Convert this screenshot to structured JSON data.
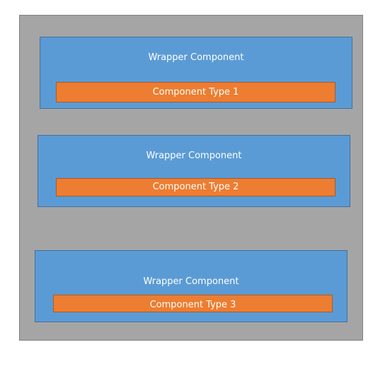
{
  "wrappers": [
    {
      "label": "Wrapper Component",
      "component_label": "Component Type 1"
    },
    {
      "label": "Wrapper Component",
      "component_label": "Component Type 2"
    },
    {
      "label": "Wrapper Component",
      "component_label": "Component Type 3"
    }
  ],
  "colors": {
    "container": "#a5a5a5",
    "wrapper": "#5b9bd5",
    "component": "#ed7d31"
  }
}
